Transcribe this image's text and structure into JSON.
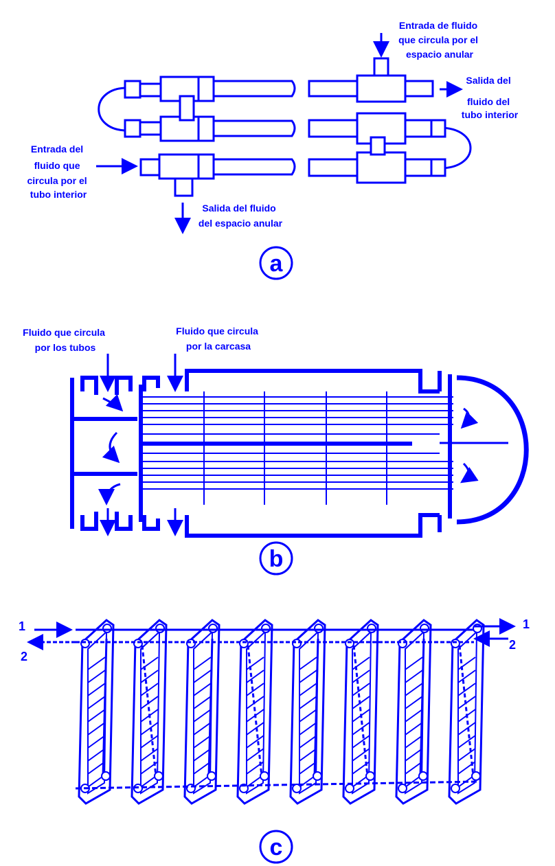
{
  "panel_a": {
    "label": "a",
    "annular_inlet": [
      "Entrada de fluido",
      "que circula por el",
      "espacio anular"
    ],
    "inner_outlet": [
      "Salida del",
      "fluido del",
      "tubo interior"
    ],
    "inner_inlet": [
      "Entrada del",
      "fluido que",
      "circula por el",
      "tubo interior"
    ],
    "annular_outlet": [
      "Salida del fluido",
      "del espacio anular"
    ]
  },
  "panel_b": {
    "label": "b",
    "tube_fluid": [
      "Fluido que circula",
      "por los tubos"
    ],
    "shell_fluid": [
      "Fluido que circula",
      "por la carcasa"
    ]
  },
  "panel_c": {
    "label": "c",
    "plate_count": 8,
    "stream_1": "1",
    "stream_2": "2"
  },
  "colors": {
    "ink": "#0000ff"
  }
}
